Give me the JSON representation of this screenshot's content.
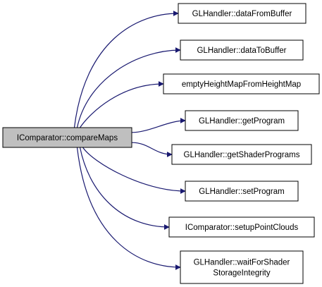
{
  "diagram": {
    "type": "call-graph",
    "colors": {
      "edge": "#191970",
      "node_border": "#000000",
      "node_fill": "#ffffff",
      "source_fill": "#bfbfbf"
    },
    "source": {
      "id": "src",
      "lines": [
        "IComparator::compareMaps"
      ]
    },
    "targets": [
      {
        "id": "t0",
        "lines": [
          "GLHandler::dataFromBuffer"
        ]
      },
      {
        "id": "t1",
        "lines": [
          "GLHandler::dataToBuffer"
        ]
      },
      {
        "id": "t2",
        "lines": [
          "emptyHeightMapFromHeightMap"
        ]
      },
      {
        "id": "t3",
        "lines": [
          "GLHandler::getProgram"
        ]
      },
      {
        "id": "t4",
        "lines": [
          "GLHandler::getShaderPrograms"
        ]
      },
      {
        "id": "t5",
        "lines": [
          "GLHandler::setProgram"
        ]
      },
      {
        "id": "t6",
        "lines": [
          "IComparator::setupPointClouds"
        ]
      },
      {
        "id": "t7",
        "lines": [
          "GLHandler::waitForShader",
          "StorageIntegrity"
        ]
      }
    ]
  }
}
